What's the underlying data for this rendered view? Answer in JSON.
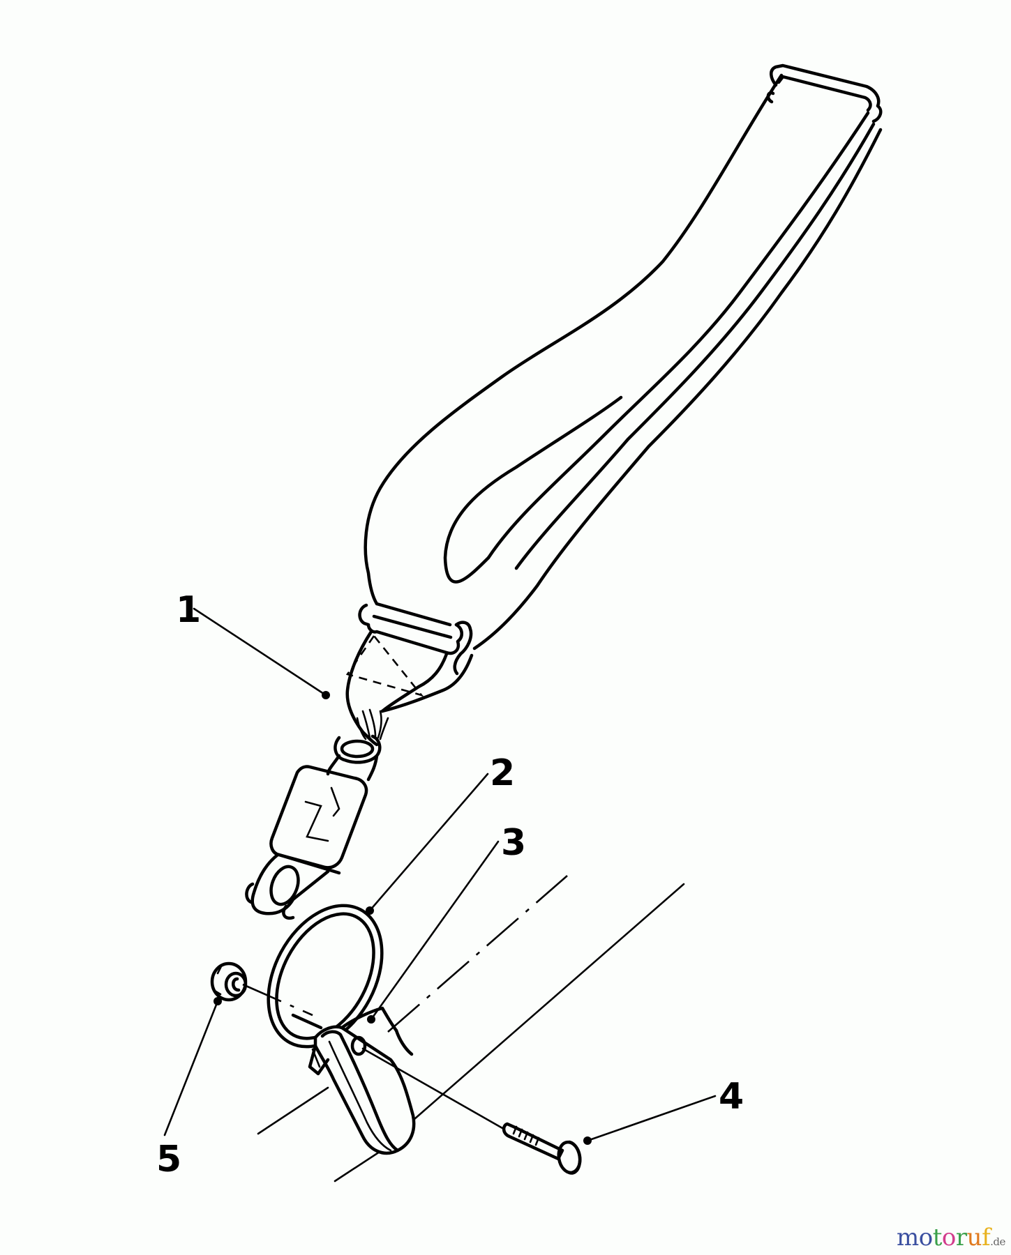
{
  "diagram": {
    "type": "exploded parts diagram",
    "subject": "carrying strap assembly",
    "callouts": [
      {
        "number": "1",
        "part": "strap"
      },
      {
        "number": "2",
        "part": "ring"
      },
      {
        "number": "3",
        "part": "clamp"
      },
      {
        "number": "4",
        "part": "screw"
      },
      {
        "number": "5",
        "part": "nut"
      }
    ]
  },
  "watermark": {
    "letters": [
      "m",
      "o",
      "t",
      "o",
      "r",
      "u",
      "f"
    ],
    "colors": [
      "#3a4fa0",
      "#3a4fa0",
      "#3aa04a",
      "#d23c8c",
      "#3aa04a",
      "#e07a1e",
      "#e8b21e"
    ],
    "tld": ".de"
  }
}
